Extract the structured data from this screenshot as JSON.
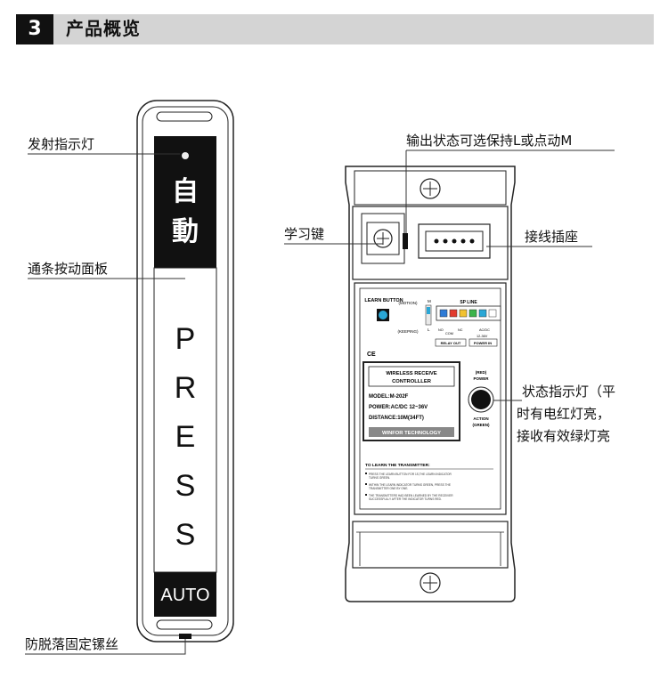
{
  "header": {
    "number": "3",
    "title": "产品概览"
  },
  "left_labels": {
    "emitter_light": "发射指示灯",
    "push_panel": "通条按动面板",
    "anti_drop_screw": "防脱落固定镙丝"
  },
  "right_labels": {
    "output_mode": "输出状态可选保持L或点动M",
    "learn_key": "学习键",
    "terminal_socket": "接线插座",
    "status_light_line1": "状态指示灯（平",
    "status_light_line2": "时有电红灯亮，",
    "status_light_line3": "接收有效绿灯亮"
  },
  "switch": {
    "char1": "自",
    "char2": "動",
    "press_letters": [
      "P",
      "R",
      "E",
      "S",
      "S"
    ],
    "auto": "AUTO"
  },
  "receiver": {
    "learn_button": "LEARN BUTTON",
    "motion": "(MOTION)",
    "keeping": "(KEEPING)",
    "m_mark": "M",
    "l_mark": "L",
    "sp_line": "SP LINE",
    "no": "NO",
    "com": "COM",
    "nc": "NC",
    "acdc": "AC/DC",
    "volt": "12-36V",
    "relay_out": "RELAY OUT",
    "power_in": "POWER IN",
    "ce": "CE",
    "label_title1": "WIRELESS RECEIVE",
    "label_title2": "CONTROLLLER",
    "model": "MODEL:M-202F",
    "power": "POWER:AC/DC 12~36V",
    "distance": "DISTANCE:10M(34FT)",
    "brand": "WINFOR TECHNOLOGY",
    "red_power1": "(RED)",
    "red_power2": "POWER",
    "action1": "ACTION",
    "action2": "(GREEN)",
    "learn_heading": "TO LEARN THE TRANSMITTER:",
    "step1a": "PRESS THE LEARN BUTTON FOR 1S,THE LEARN INDICATOR",
    "step1b": "TURNS GREEN.",
    "step2a": "WITHIN THE LEARN INDICATOR TURNS GREEN, PRESS THE",
    "step2b": "TRANSMITTER ONE BY ONE.",
    "step3a": "THE TRANSMITTERS HAD BEEN LEARNED BY THE RECEIVER",
    "step3b": "SUCCESSFULLY AFTER THE INDICATOR TURNS RED."
  },
  "colors": {
    "header_bg": "#d4d4d4",
    "leds": [
      "#2e7bd6",
      "#e23b2e",
      "#f2c230",
      "#3cb44b",
      "#2aa7d6",
      "#ffffff"
    ]
  }
}
